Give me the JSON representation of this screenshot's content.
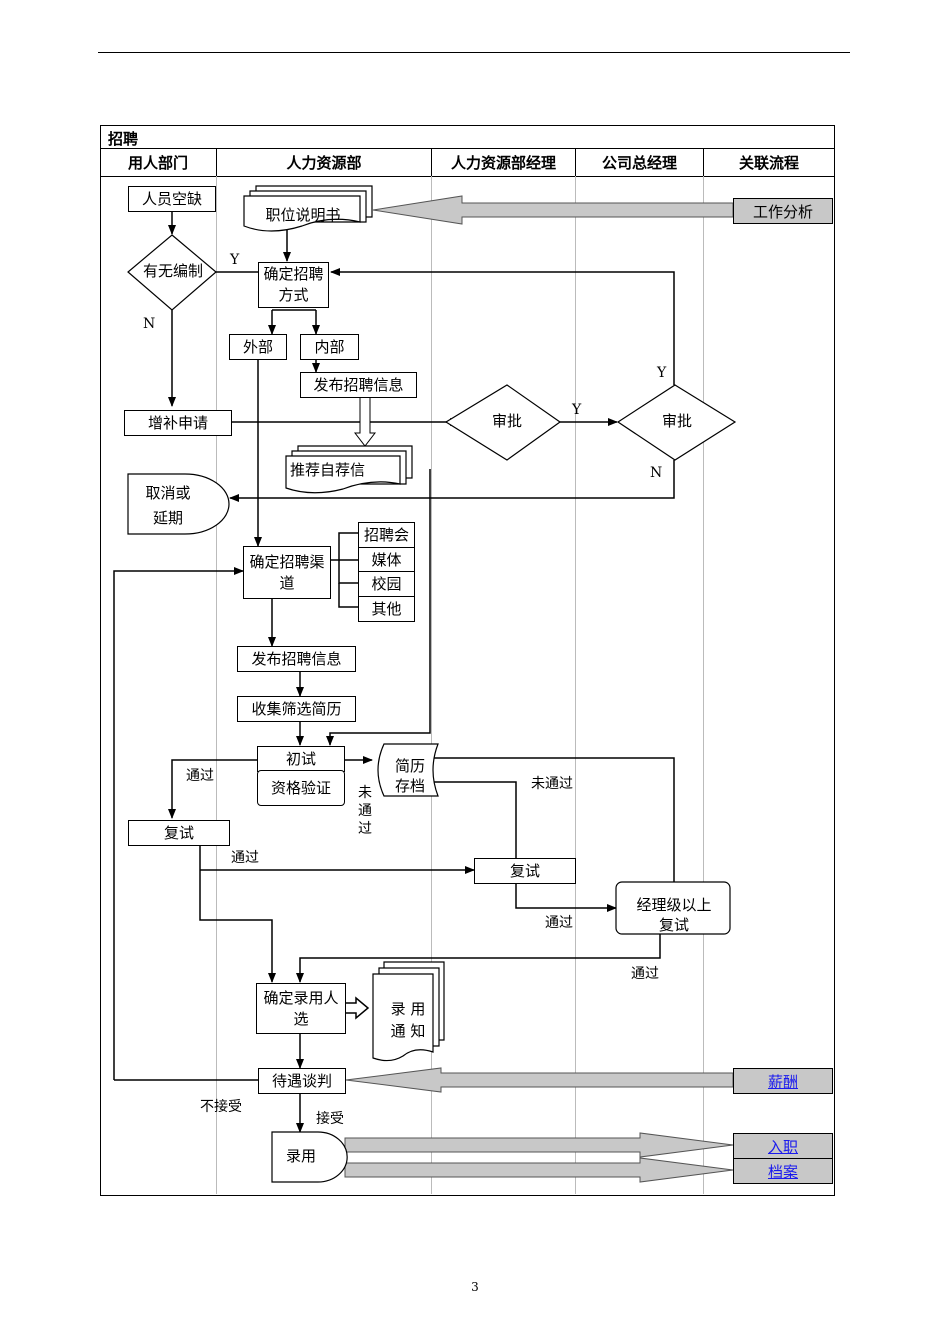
{
  "section_title": "招聘",
  "lanes": [
    "用人部门",
    "人力资源部",
    "人力资源部经理",
    "公司总经理",
    "关联流程"
  ],
  "nodes": {
    "vacancy": "人员空缺",
    "job_desc": "职位说明书",
    "has_quota": "有无编制",
    "decide_method": "确定招聘方式",
    "external": "外部",
    "internal": "内部",
    "publish_info_1": "发布招聘信息",
    "supplement_request": "增补申请",
    "approval_1": "审批",
    "approval_2": "审批",
    "recommend": "推荐自荐信",
    "cancel_delay": "取消或延期",
    "decide_channel": "确定招聘渠道",
    "channel_fair": "招聘会",
    "channel_media": "媒体",
    "channel_campus": "校园",
    "channel_other": "其他",
    "publish_info_2": "发布招聘信息",
    "collect_screen": "收集筛选简历",
    "first_interview": "初试",
    "qualification": "资格验证",
    "resume_archive": "简历存档",
    "second_interview_dept": "复试",
    "second_interview_hr": "复试",
    "manager_interview": "经理级以上复试",
    "decide_hire": "确定录用人选",
    "offer_notice": "录 用 通 知",
    "negotiate": "待遇谈判",
    "hired": "录用"
  },
  "edge_labels": {
    "y1": "Y",
    "n1": "N",
    "y2": "Y",
    "y3": "Y",
    "n2": "N",
    "pass_1": "通过",
    "not_pass_1": "未通过",
    "not_pass_2": "未通过",
    "pass_2": "通过",
    "pass_3": "通过",
    "pass_4": "通过",
    "reject": "不接受",
    "accept": "接受"
  },
  "related": {
    "job_analysis": "工作分析",
    "salary": "薪酬",
    "onboarding": "入职",
    "archive": "档案"
  },
  "page_number": "3"
}
